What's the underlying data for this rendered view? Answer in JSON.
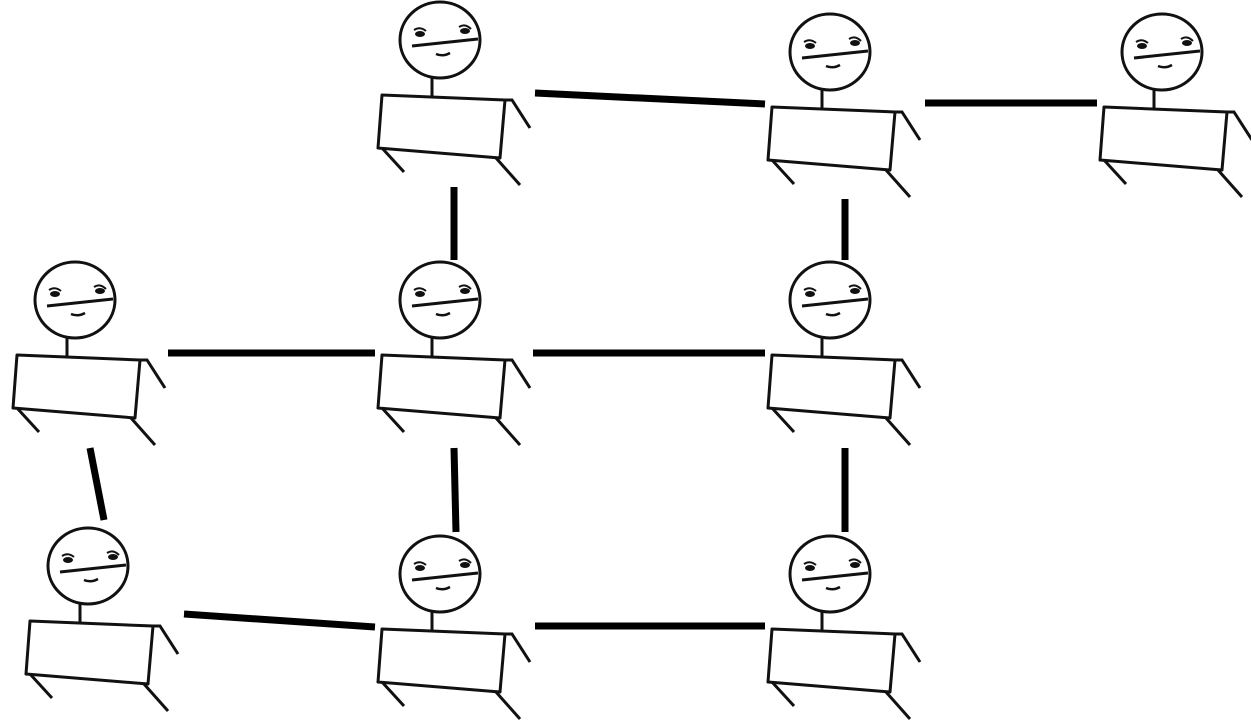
{
  "colors": {
    "background": "#ffffff",
    "stroke": "#111111",
    "connector": "#000000",
    "face_fill": "#ffffff",
    "body_fill": "#ffffff"
  },
  "figures": [
    {
      "id": "top-1",
      "icon": "stick-figure-icon"
    },
    {
      "id": "top-2",
      "icon": "stick-figure-icon"
    },
    {
      "id": "top-3",
      "icon": "stick-figure-icon"
    },
    {
      "id": "mid-1",
      "icon": "stick-figure-icon"
    },
    {
      "id": "mid-2",
      "icon": "stick-figure-icon"
    },
    {
      "id": "mid-3",
      "icon": "stick-figure-icon"
    },
    {
      "id": "bottom-1",
      "icon": "stick-figure-icon"
    },
    {
      "id": "bottom-2",
      "icon": "stick-figure-icon"
    },
    {
      "id": "bottom-3",
      "icon": "stick-figure-icon"
    }
  ],
  "connections": [
    {
      "from": "top-1",
      "to": "top-2"
    },
    {
      "from": "top-2",
      "to": "top-3"
    },
    {
      "from": "top-1",
      "to": "mid-2"
    },
    {
      "from": "top-2",
      "to": "mid-3"
    },
    {
      "from": "mid-1",
      "to": "mid-2"
    },
    {
      "from": "mid-2",
      "to": "mid-3"
    },
    {
      "from": "mid-1",
      "to": "bottom-1"
    },
    {
      "from": "mid-2",
      "to": "bottom-2"
    },
    {
      "from": "mid-3",
      "to": "bottom-3"
    },
    {
      "from": "bottom-1",
      "to": "bottom-2"
    },
    {
      "from": "bottom-2",
      "to": "bottom-3"
    }
  ]
}
